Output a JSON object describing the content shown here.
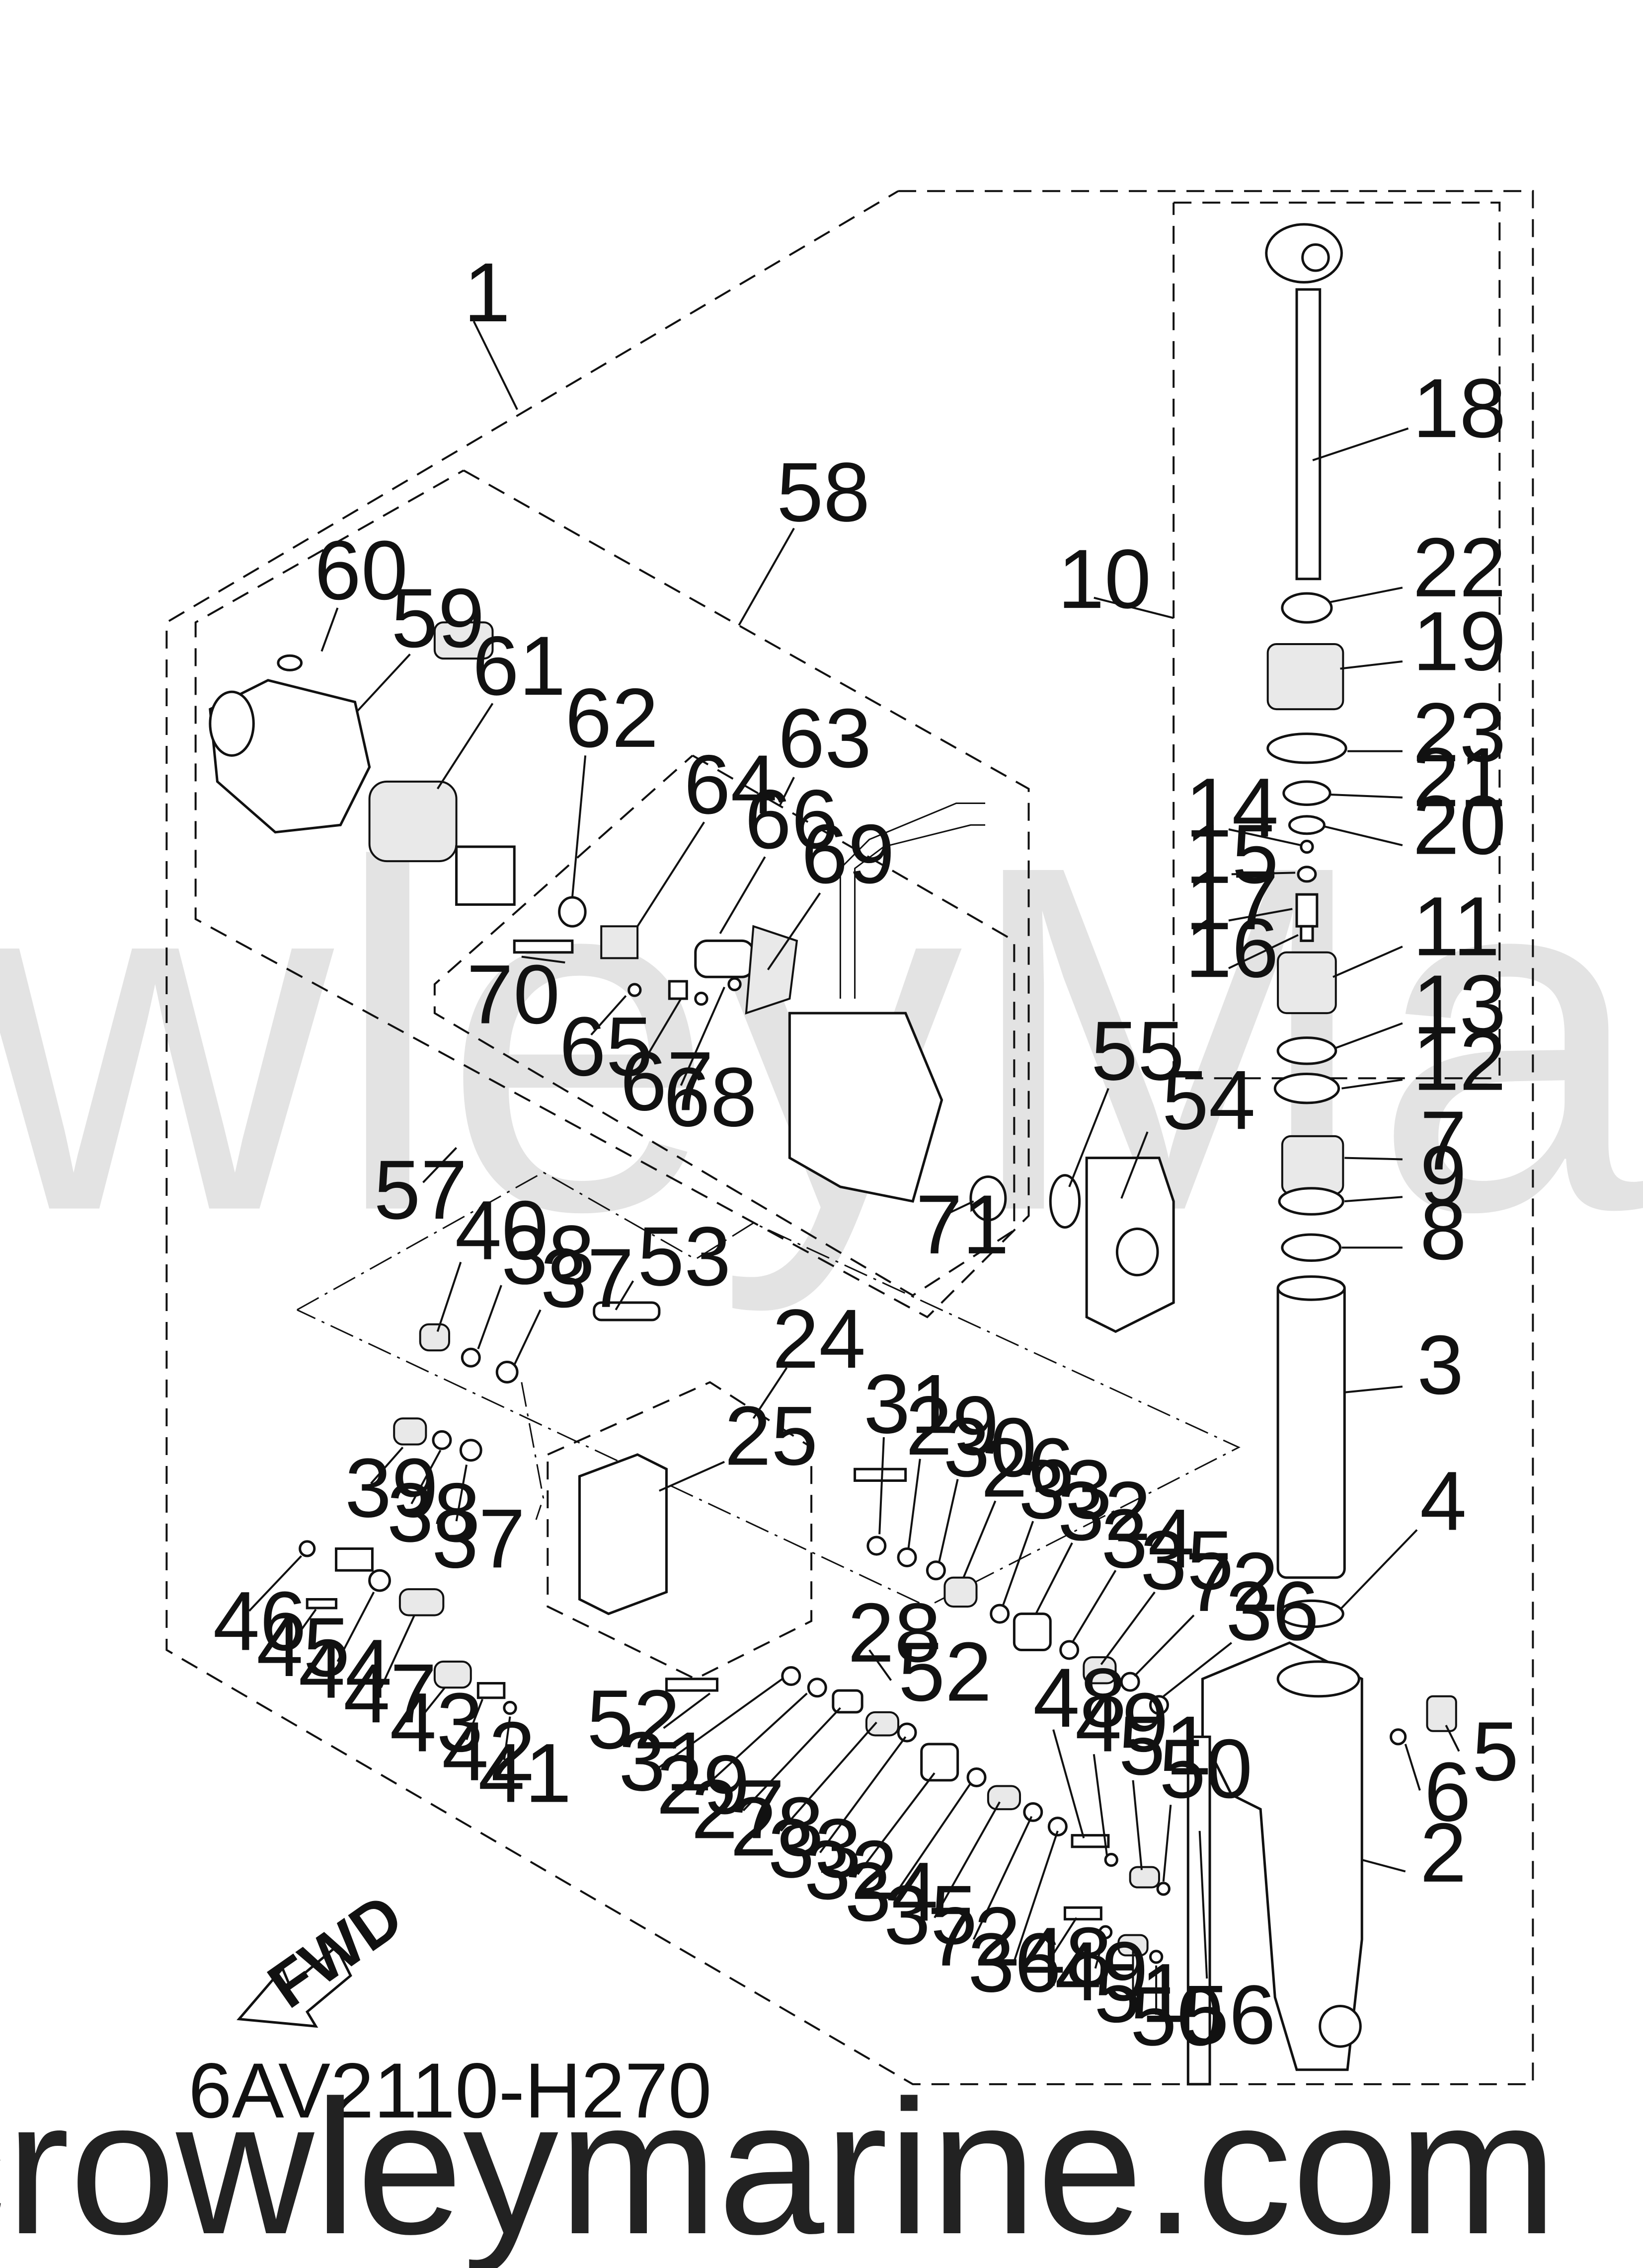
{
  "diagram_code": "6AV2110-H270",
  "direction_label": "FWD",
  "watermark": "CrowleyMarine",
  "site": "crowleymarine.com",
  "callouts": [
    {
      "id": "c1",
      "label": "1"
    },
    {
      "id": "c2",
      "label": "2"
    },
    {
      "id": "c3",
      "label": "3"
    },
    {
      "id": "c4",
      "label": "4"
    },
    {
      "id": "c5",
      "label": "5"
    },
    {
      "id": "c6",
      "label": "6"
    },
    {
      "id": "c7",
      "label": "7"
    },
    {
      "id": "c8",
      "label": "8"
    },
    {
      "id": "c9",
      "label": "9"
    },
    {
      "id": "c10",
      "label": "10"
    },
    {
      "id": "c11",
      "label": "11"
    },
    {
      "id": "c12",
      "label": "12"
    },
    {
      "id": "c13",
      "label": "13"
    },
    {
      "id": "c14",
      "label": "14"
    },
    {
      "id": "c15",
      "label": "15"
    },
    {
      "id": "c16",
      "label": "16"
    },
    {
      "id": "c17",
      "label": "17"
    },
    {
      "id": "c18",
      "label": "18"
    },
    {
      "id": "c19",
      "label": "19"
    },
    {
      "id": "c20",
      "label": "20"
    },
    {
      "id": "c21",
      "label": "21"
    },
    {
      "id": "c22",
      "label": "22"
    },
    {
      "id": "c23",
      "label": "23"
    },
    {
      "id": "c24",
      "label": "24"
    },
    {
      "id": "c25",
      "label": "25"
    },
    {
      "id": "c26",
      "label": "26"
    },
    {
      "id": "c27",
      "label": "27"
    },
    {
      "id": "c28a",
      "label": "28"
    },
    {
      "id": "c28b",
      "label": "28"
    },
    {
      "id": "c29a",
      "label": "29"
    },
    {
      "id": "c29b",
      "label": "29"
    },
    {
      "id": "c30",
      "label": "30"
    },
    {
      "id": "c31a",
      "label": "31"
    },
    {
      "id": "c31b",
      "label": "31"
    },
    {
      "id": "c32a",
      "label": "32"
    },
    {
      "id": "c32b",
      "label": "32"
    },
    {
      "id": "c33a",
      "label": "33"
    },
    {
      "id": "c33b",
      "label": "33"
    },
    {
      "id": "c34a",
      "label": "34"
    },
    {
      "id": "c34b",
      "label": "34"
    },
    {
      "id": "c35a",
      "label": "35"
    },
    {
      "id": "c35b",
      "label": "35"
    },
    {
      "id": "c36a",
      "label": "36"
    },
    {
      "id": "c36b",
      "label": "36"
    },
    {
      "id": "c37a",
      "label": "37"
    },
    {
      "id": "c37b",
      "label": "37"
    },
    {
      "id": "c38a",
      "label": "38"
    },
    {
      "id": "c38b",
      "label": "38"
    },
    {
      "id": "c39",
      "label": "39"
    },
    {
      "id": "c40",
      "label": "40"
    },
    {
      "id": "c41",
      "label": "41"
    },
    {
      "id": "c42",
      "label": "42"
    },
    {
      "id": "c43",
      "label": "43"
    },
    {
      "id": "c44",
      "label": "44"
    },
    {
      "id": "c45",
      "label": "45"
    },
    {
      "id": "c46",
      "label": "46"
    },
    {
      "id": "c47",
      "label": "47"
    },
    {
      "id": "c48a",
      "label": "48"
    },
    {
      "id": "c48b",
      "label": "48"
    },
    {
      "id": "c49a",
      "label": "49"
    },
    {
      "id": "c49b",
      "label": "49"
    },
    {
      "id": "c50a",
      "label": "50"
    },
    {
      "id": "c50b",
      "label": "50"
    },
    {
      "id": "c51a",
      "label": "51"
    },
    {
      "id": "c51b",
      "label": "51"
    },
    {
      "id": "c52a",
      "label": "52"
    },
    {
      "id": "c52b",
      "label": "52"
    },
    {
      "id": "c53",
      "label": "53"
    },
    {
      "id": "c54",
      "label": "54"
    },
    {
      "id": "c55",
      "label": "55"
    },
    {
      "id": "c56",
      "label": "56"
    },
    {
      "id": "c57",
      "label": "57"
    },
    {
      "id": "c58",
      "label": "58"
    },
    {
      "id": "c59",
      "label": "59"
    },
    {
      "id": "c60",
      "label": "60"
    },
    {
      "id": "c61",
      "label": "61"
    },
    {
      "id": "c62",
      "label": "62"
    },
    {
      "id": "c63",
      "label": "63"
    },
    {
      "id": "c64",
      "label": "64"
    },
    {
      "id": "c65",
      "label": "65"
    },
    {
      "id": "c66",
      "label": "66"
    },
    {
      "id": "c67",
      "label": "67"
    },
    {
      "id": "c68",
      "label": "68"
    },
    {
      "id": "c69",
      "label": "69"
    },
    {
      "id": "c70",
      "label": "70"
    },
    {
      "id": "c71",
      "label": "71"
    },
    {
      "id": "c72a",
      "label": "72"
    },
    {
      "id": "c72b",
      "label": "72"
    }
  ]
}
